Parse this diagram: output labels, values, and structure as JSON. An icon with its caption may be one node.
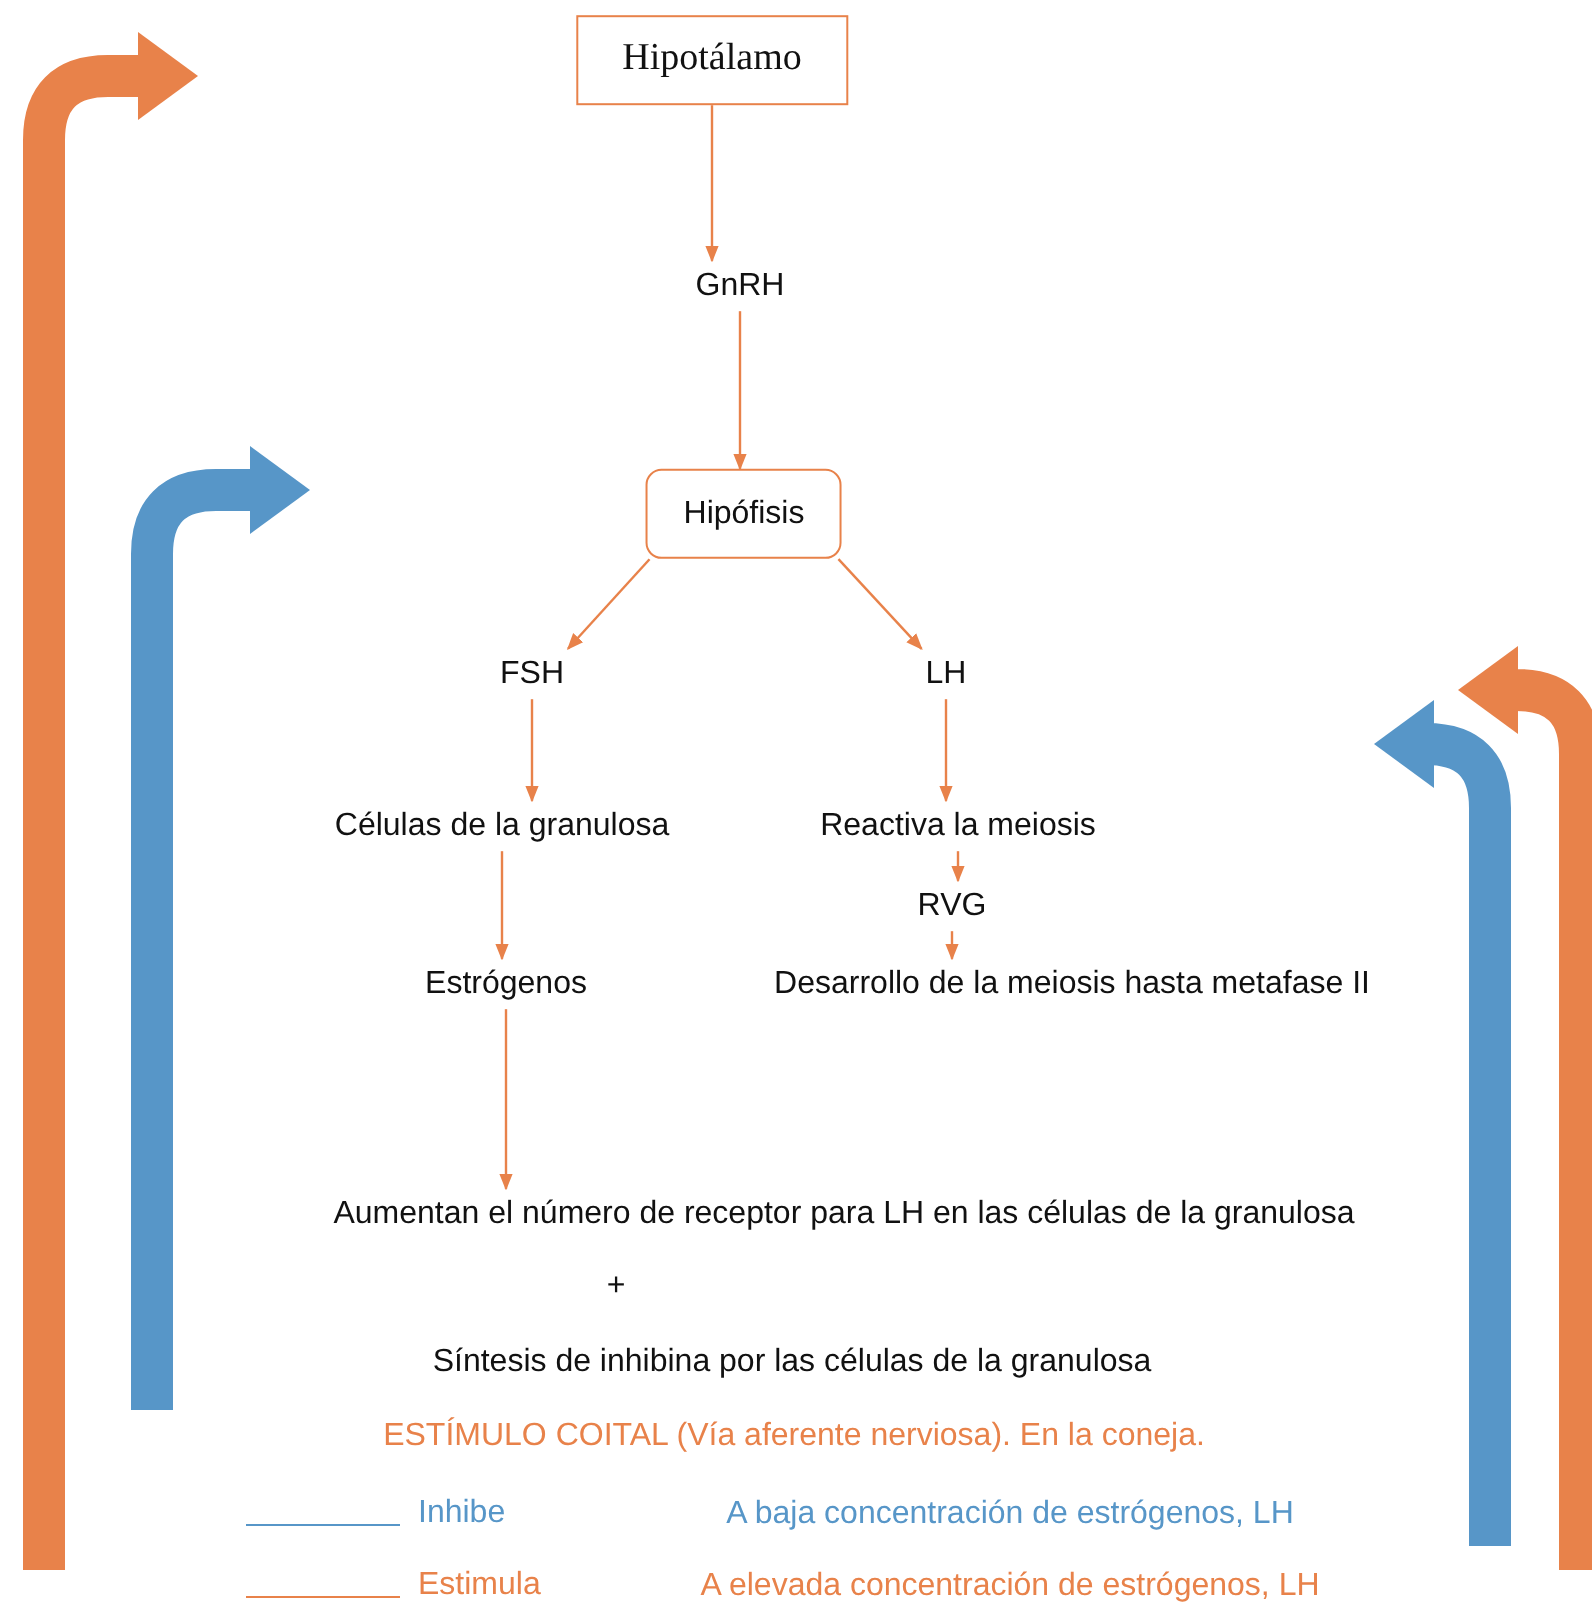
{
  "diagram": {
    "nodes": [
      {
        "text": [
          "Hipotálamo"
        ]
      },
      {
        "text": [
          "GnRH"
        ]
      },
      {
        "text": [
          "Hipófisis"
        ]
      },
      {
        "text": [
          "FSH"
        ]
      },
      {
        "text": [
          "LH"
        ]
      },
      {
        "text": [
          "Células de la granulosa"
        ]
      },
      {
        "text": [
          "Reactiva la meiosis"
        ]
      },
      {
        "text": [
          "RVG"
        ]
      },
      {
        "text": [
          "Estrógenos"
        ]
      },
      {
        "text": [
          "Desarrollo de la meiosis hasta metafase II"
        ]
      },
      {
        "text": [
          "Aumentan el número de receptor para LH en las células de la granulosa"
        ]
      },
      {
        "text": [
          "Síntesis de inhibina por las células de la granulosa"
        ]
      }
    ],
    "edges": [
      {
        "from": 0,
        "to": 1,
        "arrow": "to"
      },
      {
        "from": 1,
        "to": 2,
        "arrow": "to"
      },
      {
        "from": 2,
        "to": 3,
        "arrow": "to"
      },
      {
        "from": 2,
        "to": 4,
        "arrow": "to"
      },
      {
        "from": 3,
        "to": 5,
        "arrow": "to"
      },
      {
        "from": 5,
        "to": 8,
        "arrow": "to"
      },
      {
        "from": 8,
        "to": 10,
        "arrow": "to"
      },
      {
        "from": 4,
        "to": 6,
        "arrow": "to"
      },
      {
        "from": 6,
        "to": 7,
        "arrow": "to"
      },
      {
        "from": 7,
        "to": 9,
        "arrow": "to"
      }
    ],
    "labels": [
      "+",
      "ESTÍMULO COITAL (Vía aferente nerviosa). En la coneja.",
      "A baja concentración de estrógenos, LH",
      "A elevada concentración de estrógenos, LH"
    ],
    "legend": [
      {
        "text": "Inhibe",
        "color": "#5796c8"
      },
      {
        "text": "Estimula",
        "color": "#e8824a"
      }
    ]
  }
}
